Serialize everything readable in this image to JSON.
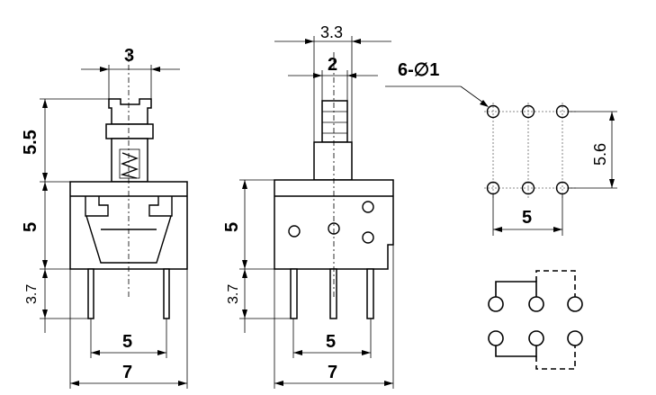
{
  "front_view": {
    "top_width": "3",
    "actuator_height": "5.5",
    "body_height": "5",
    "pin_length": "3.7",
    "pin_pitch": "5",
    "body_width": "7"
  },
  "side_view": {
    "overall_top": "3.3",
    "actuator_width": "2",
    "body_height": "5",
    "pin_length": "3.7",
    "pin_pitch": "5",
    "body_width": "7"
  },
  "footprint": {
    "hole_spec": "6-∅1",
    "row_spacing": "5.6",
    "column_spacing": "5"
  }
}
